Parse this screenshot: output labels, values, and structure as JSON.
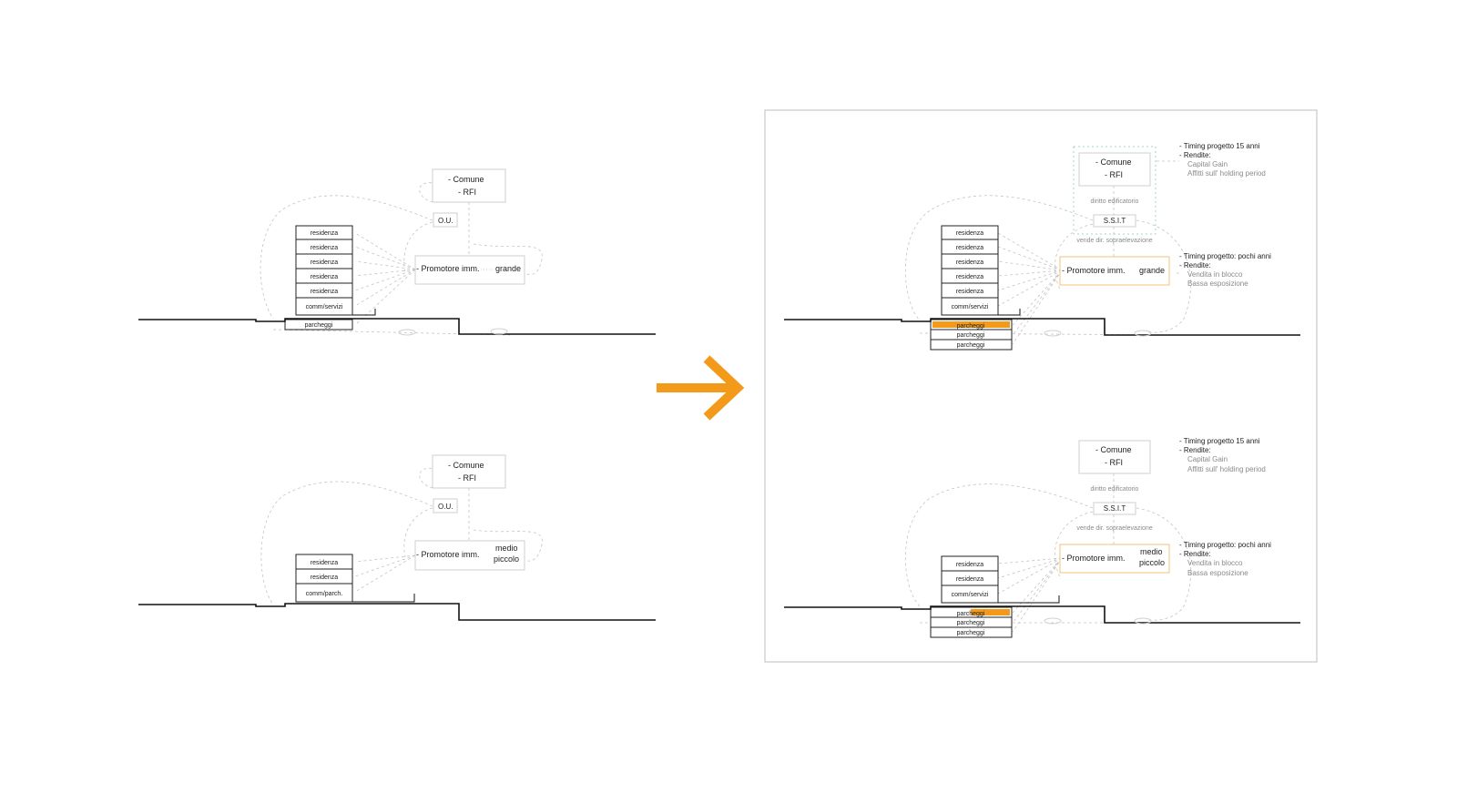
{
  "colors": {
    "accent": "#f39a1b",
    "line": "#111111",
    "dashed": "#c4c4c4",
    "teal_dashed": "#8fc5c0",
    "muted_text": "#8a8a8a"
  },
  "left_top": {
    "authority": [
      "- Comune",
      "- RFI"
    ],
    "ou": "O.U.",
    "promoter": "- Promotore imm.",
    "scale": "grande",
    "floors": [
      "residenza",
      "residenza",
      "residenza",
      "residenza",
      "residenza",
      "comm/servizi"
    ],
    "parking": [
      "parcheggi"
    ]
  },
  "left_bottom": {
    "authority": [
      "- Comune",
      "- RFI"
    ],
    "ou": "O.U.",
    "promoter": "- Promotore imm.",
    "scale": [
      "medio",
      "piccolo"
    ],
    "floors": [
      "residenza",
      "residenza",
      "comm/parch."
    ]
  },
  "right_top": {
    "authority": [
      "- Comune",
      "- RFI"
    ],
    "right_label": "diritto edificatorio",
    "ssit": "S.S.I.T",
    "sale_label": "vende dir. sopraelevazione",
    "promoter": "- Promotore imm.",
    "scale": "grande",
    "floors": [
      "residenza",
      "residenza",
      "residenza",
      "residenza",
      "residenza",
      "comm/servizi"
    ],
    "parking": [
      "parcheggi",
      "parcheggi",
      "parcheggi"
    ],
    "notes_top": {
      "timing": "- Timing progetto 15 anni",
      "rendite": "- Rendite:",
      "items": [
        "Capital Gain",
        "Affitti sull' holding period"
      ]
    },
    "notes_mid": {
      "timing": "- Timing progetto: pochi anni",
      "rendite": "- Rendite:",
      "items": [
        "Vendita in blocco",
        "Bassa esposizione"
      ]
    }
  },
  "right_bottom": {
    "authority": [
      "- Comune",
      "- RFI"
    ],
    "right_label": "diritto edificatorio",
    "ssit": "S.S.I.T",
    "sale_label": "vende dir. sopraelevazione",
    "promoter": "- Promotore imm.",
    "scale": [
      "medio",
      "piccolo"
    ],
    "floors": [
      "residenza",
      "residenza",
      "comm/servizi"
    ],
    "parking": [
      "parcheggi",
      "parcheggi",
      "parcheggi"
    ],
    "notes_top": {
      "timing": "- Timing progetto 15 anni",
      "rendite": "- Rendite:",
      "items": [
        "Capital Gain",
        "Affitti sull' holding period"
      ]
    },
    "notes_mid": {
      "timing": "- Timing progetto: pochi anni",
      "rendite": "- Rendite:",
      "items": [
        "Vendita in blocco",
        "Bassa esposizione"
      ]
    }
  }
}
